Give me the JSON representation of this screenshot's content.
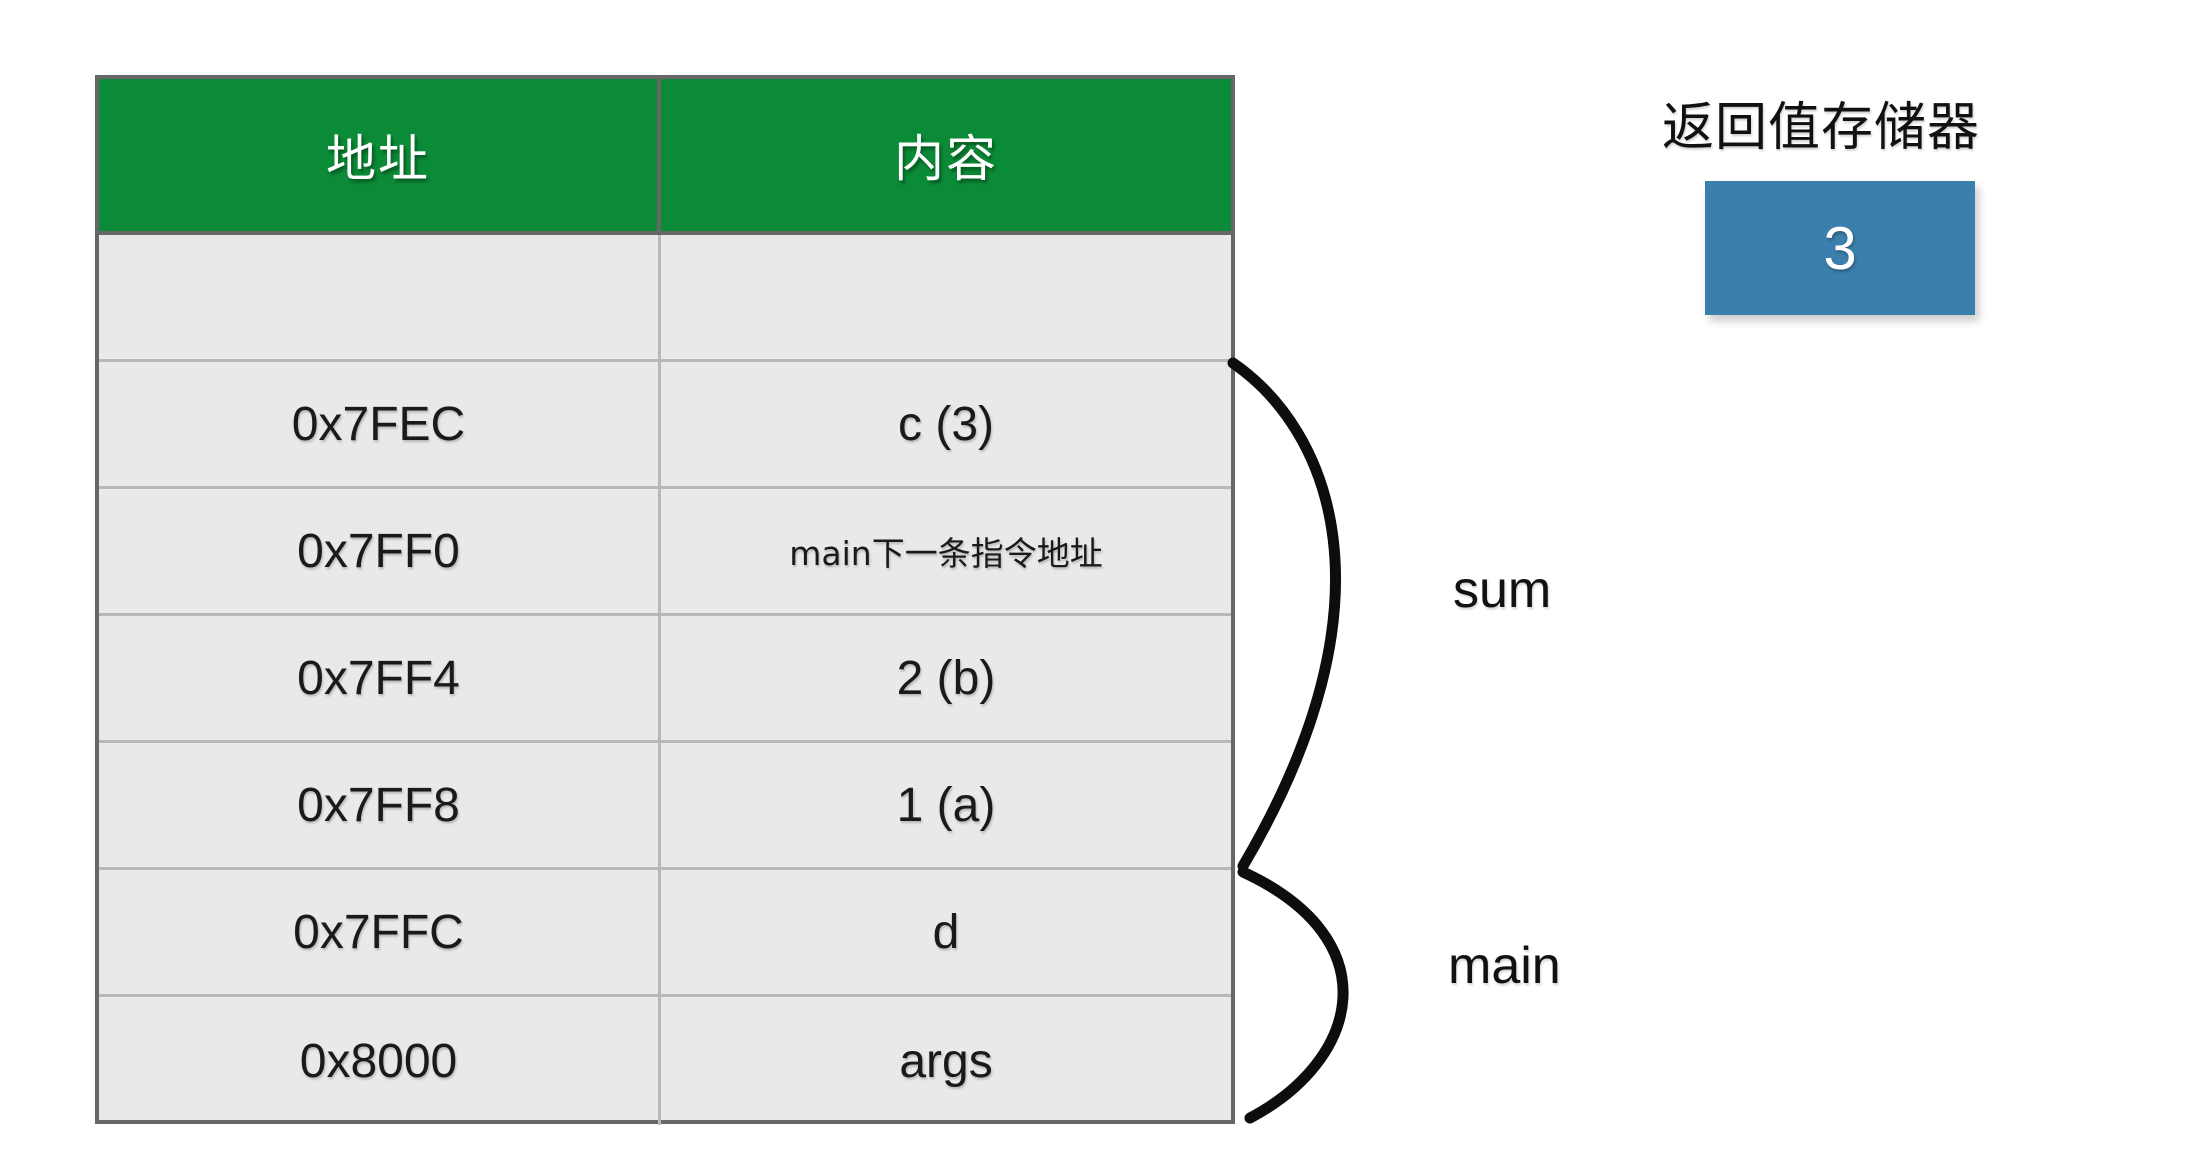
{
  "memory_table": {
    "columns": [
      {
        "key": "address",
        "label": "地址"
      },
      {
        "key": "content",
        "label": "内容"
      }
    ],
    "rows": [
      {
        "address": "",
        "content": "",
        "empty": true
      },
      {
        "address": "0x7FEC",
        "content": "c (3)"
      },
      {
        "address": "0x7FF0",
        "content": "main下一条指令地址",
        "content_small": true
      },
      {
        "address": "0x7FF4",
        "content": "2 (b)"
      },
      {
        "address": "0x7FF8",
        "content": "1 (a)"
      },
      {
        "address": "0x7FFC",
        "content": "d"
      },
      {
        "address": "0x8000",
        "content": "args"
      }
    ],
    "header_background": "#0b8b37",
    "row_background": "#e9e9e9",
    "border_color": "#676767"
  },
  "braces": [
    {
      "name": "sum",
      "label": "sum"
    },
    {
      "name": "main",
      "label": "main"
    }
  ],
  "return_register": {
    "title": "返回值存储器",
    "value": "3",
    "box_color": "#3b7fad"
  }
}
